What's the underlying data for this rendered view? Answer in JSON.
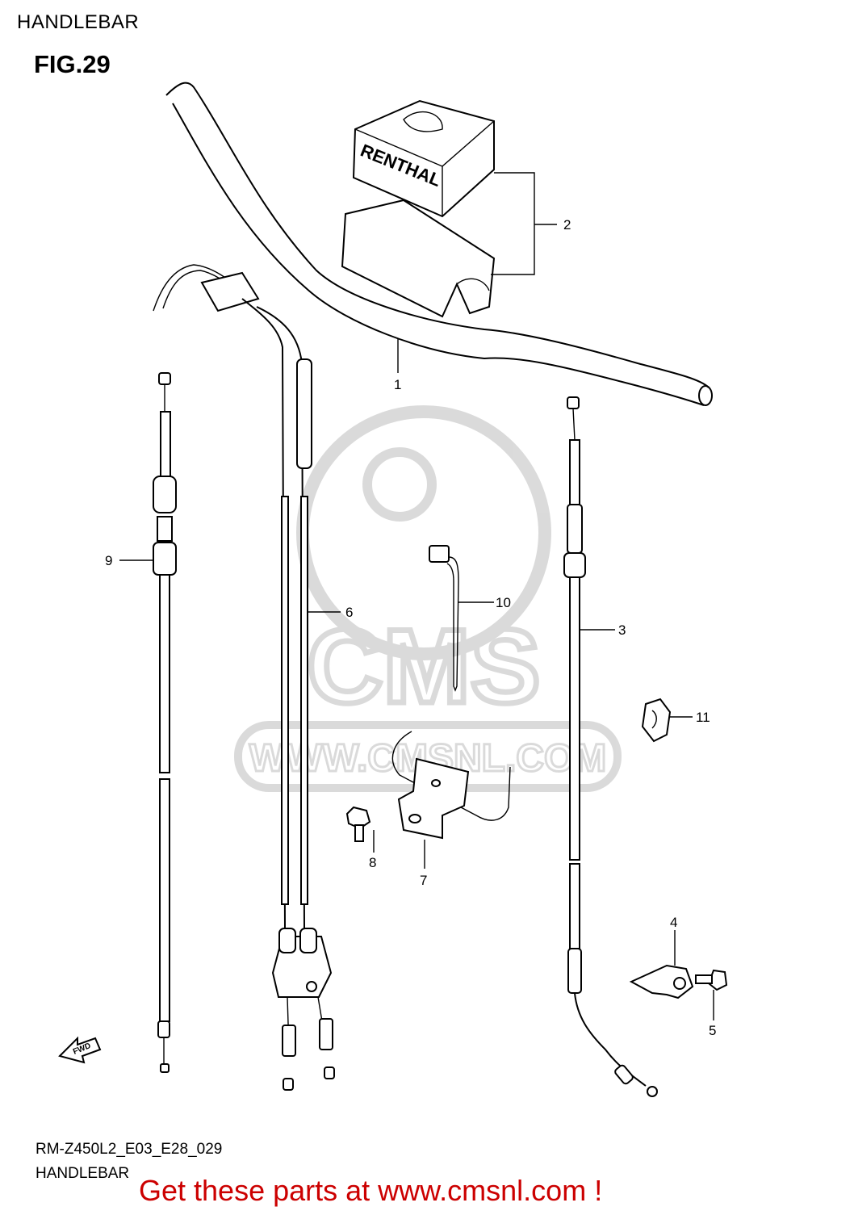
{
  "header": {
    "title": "HANDLEBAR",
    "figure": "FIG.29"
  },
  "watermark": {
    "text": "WWW.CMSNL.COM",
    "logo": "CMS"
  },
  "brand": {
    "pad_text": "RENTHAL",
    "fwd_label": "FWD"
  },
  "callouts": [
    {
      "id": "1",
      "part": "handlebar"
    },
    {
      "id": "2",
      "part": "handlebar-pad-set"
    },
    {
      "id": "3",
      "part": "clutch-cable"
    },
    {
      "id": "4",
      "part": "cable-guide"
    },
    {
      "id": "5",
      "part": "guide-bolt"
    },
    {
      "id": "6",
      "part": "throttle-cable-set"
    },
    {
      "id": "7",
      "part": "bracket"
    },
    {
      "id": "8",
      "part": "bracket-bolt"
    },
    {
      "id": "9",
      "part": "hot-start-cable"
    },
    {
      "id": "10",
      "part": "wiring-lead"
    },
    {
      "id": "11",
      "part": "cable-clamp"
    }
  ],
  "footer": {
    "model_code": "RM-Z450L2_E03_E28_029",
    "title": "HANDLEBAR"
  },
  "promo": {
    "text": "Get these parts at www.cmsnl.com !",
    "color": "#cc0000"
  }
}
